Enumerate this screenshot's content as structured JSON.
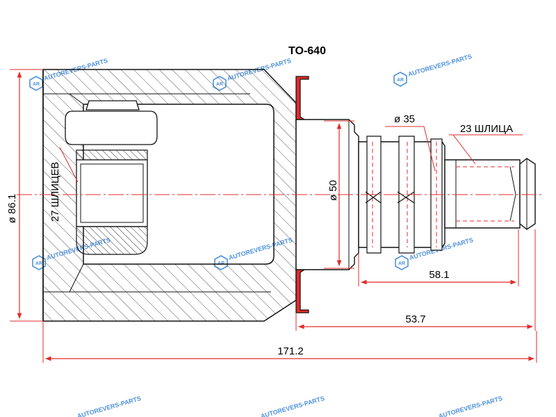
{
  "title": "TO-640",
  "dimensions": {
    "outer_diameter": "ø 86.1",
    "inner_splines": "27 ШЛИЦЕВ",
    "seal_diameter": "ø 50",
    "shaft_diameter": "ø 35",
    "outer_splines": "23 ШЛИЦА",
    "stem_length": "58.1",
    "shaft_length": "53.7",
    "total_length": "171.2"
  },
  "watermark": {
    "text": "AUTOREVERS-PARTS",
    "logo_text": "AR"
  },
  "colors": {
    "dimension_line": "#e32b2b",
    "outline": "#111111",
    "watermark": "#2f7fd6",
    "hatch": "#555555"
  }
}
